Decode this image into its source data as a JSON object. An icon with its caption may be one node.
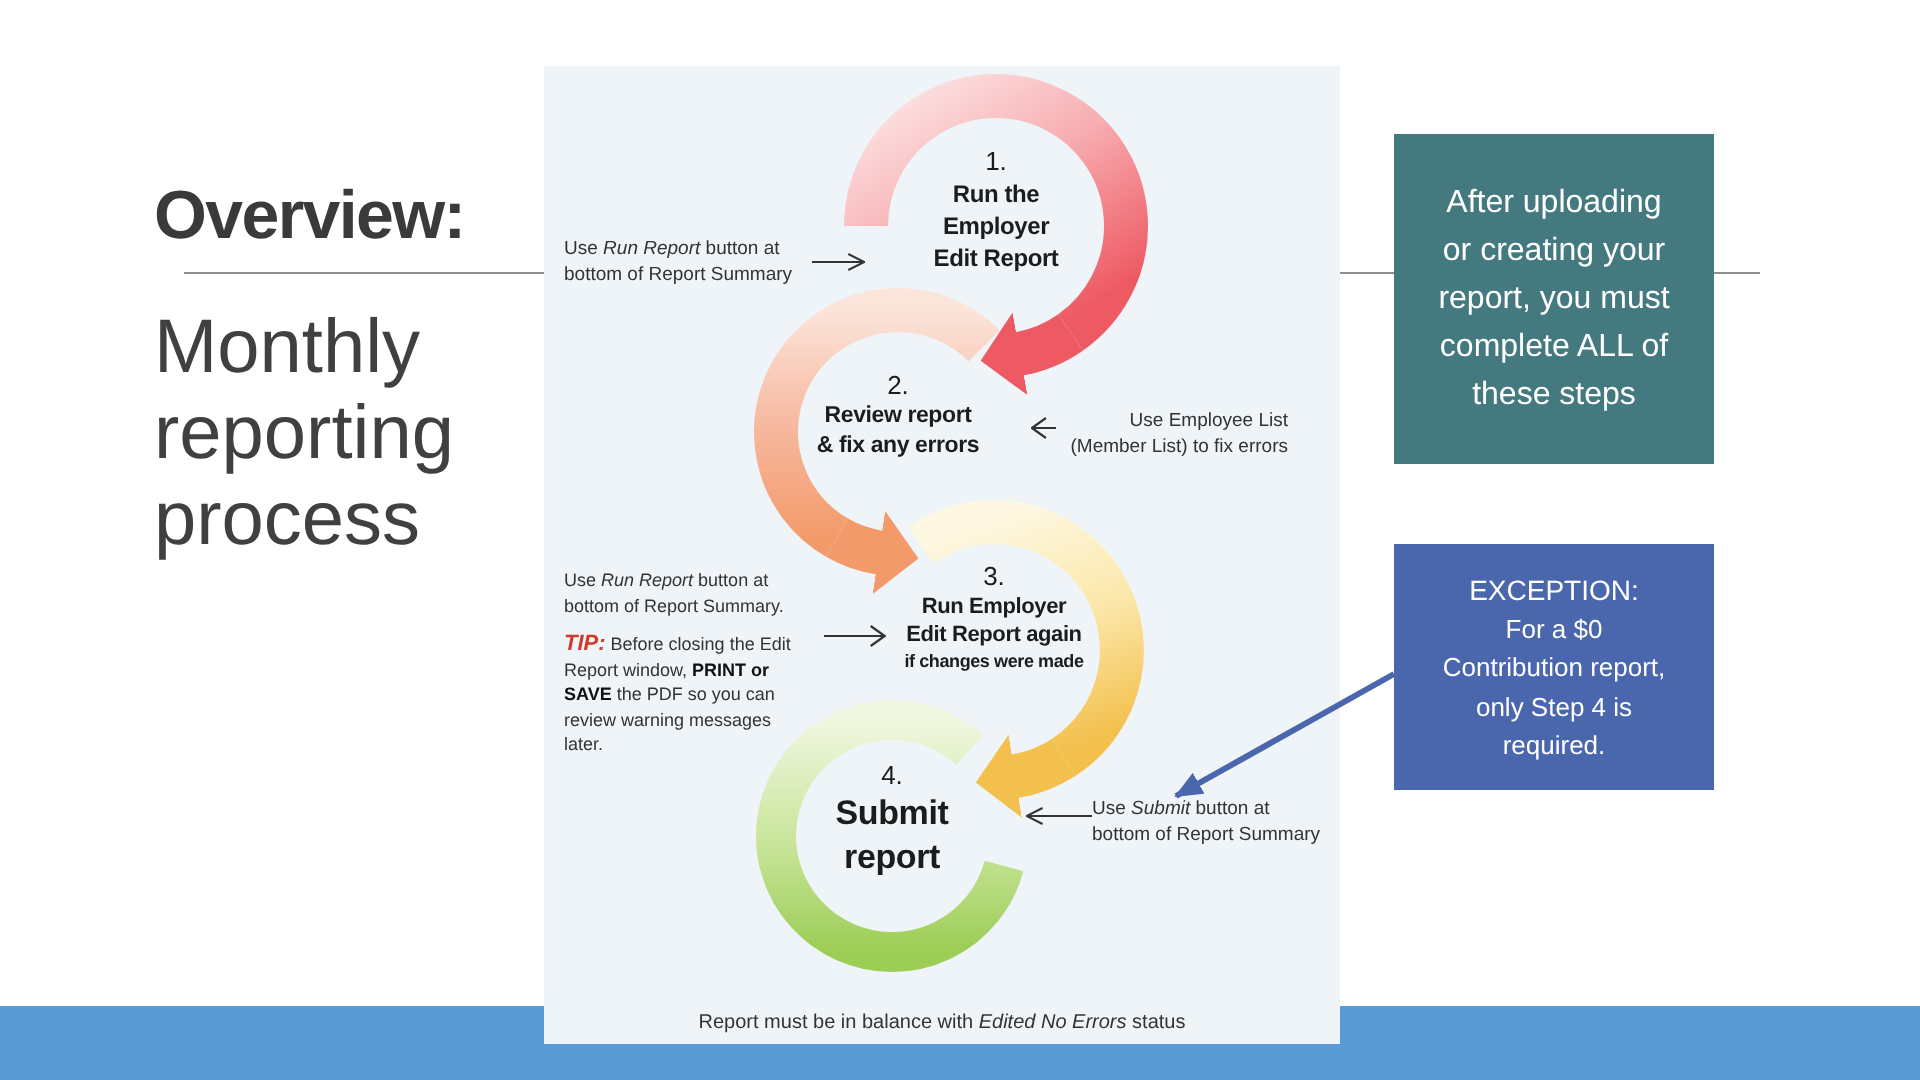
{
  "diagram": {
    "title": "Overview:",
    "nodes": [
      {
        "text": [
          "1.",
          "Run the Employer Edit Report"
        ]
      },
      {
        "text": [
          "2.",
          "Review report & fix any errors"
        ]
      },
      {
        "text": [
          "3.",
          "Run Employer Edit Report again",
          "if changes were made"
        ]
      },
      {
        "text": [
          "4.",
          "Submit report"
        ]
      },
      {
        "text": [
          "Use *Run Report* button at bottom of Report Summary"
        ]
      },
      {
        "text": [
          "Use Employee List (Member List) to fix errors"
        ]
      },
      {
        "text": [
          "Use *Run Report* button at bottom of Report Summary.",
          "*TIP:* Before closing the Edit Report window, **PRINT or SAVE** the PDF so you can review warning messages later."
        ]
      },
      {
        "text": [
          "Use *Submit* button at bottom of Report Summary"
        ]
      },
      {
        "text": [
          "After uploading or creating your report, you must complete ALL of these steps"
        ]
      },
      {
        "text": [
          "EXCEPTION:",
          "For a $0 Contribution report, only Step 4 is required."
        ]
      }
    ],
    "edges": [
      {
        "from": 0,
        "to": 1,
        "arrow": "to",
        "style": "thick",
        "color": "#ee5a63"
      },
      {
        "from": 1,
        "to": 2,
        "arrow": "to",
        "style": "thick",
        "color": "#f39a6a"
      },
      {
        "from": 2,
        "to": 3,
        "arrow": "to",
        "style": "thick",
        "color": "#f3c04e"
      },
      {
        "from": 4,
        "to": 0,
        "arrow": "to"
      },
      {
        "from": 5,
        "to": 1,
        "arrow": "to"
      },
      {
        "from": 6,
        "to": 2,
        "arrow": "to"
      },
      {
        "from": 7,
        "to": 3,
        "arrow": "to"
      },
      {
        "from": 9,
        "to": 7,
        "arrow": "to",
        "style": "thick",
        "color": "#4a66ac"
      }
    ],
    "labels": [
      "Monthly reporting process",
      "Report must be in balance with *Edited No Errors* status"
    ]
  }
}
